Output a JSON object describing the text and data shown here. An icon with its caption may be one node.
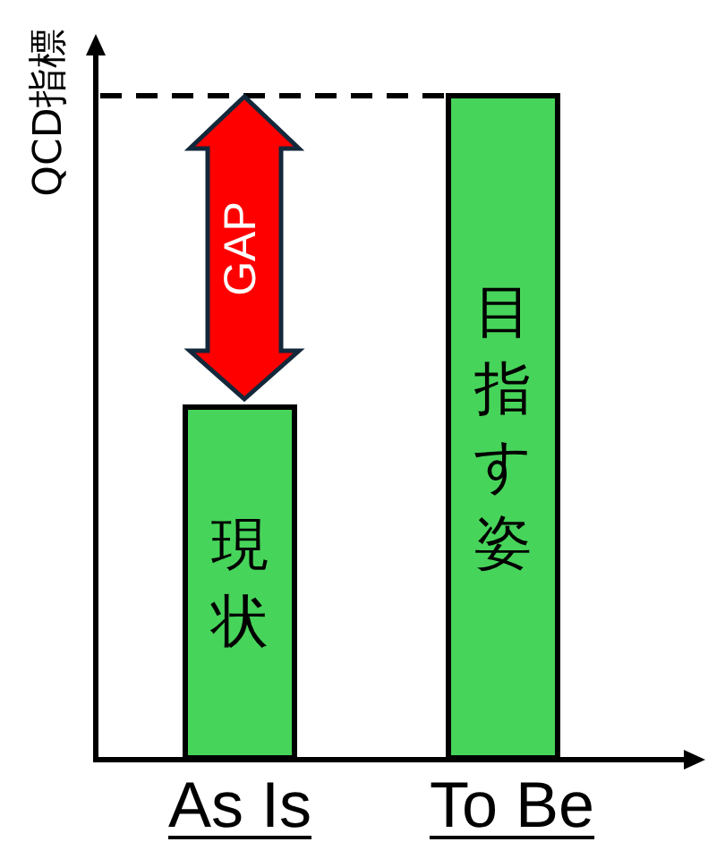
{
  "diagram": {
    "nodes": [
      {
        "text": [
          "GAP"
        ]
      },
      {
        "text": [
          "現状"
        ],
        "beside": [
          "As Is"
        ]
      },
      {
        "text": [
          "目指す姿"
        ],
        "beside": [
          "To Be"
        ]
      }
    ],
    "labels": [
      "QCD指標"
    ]
  }
}
